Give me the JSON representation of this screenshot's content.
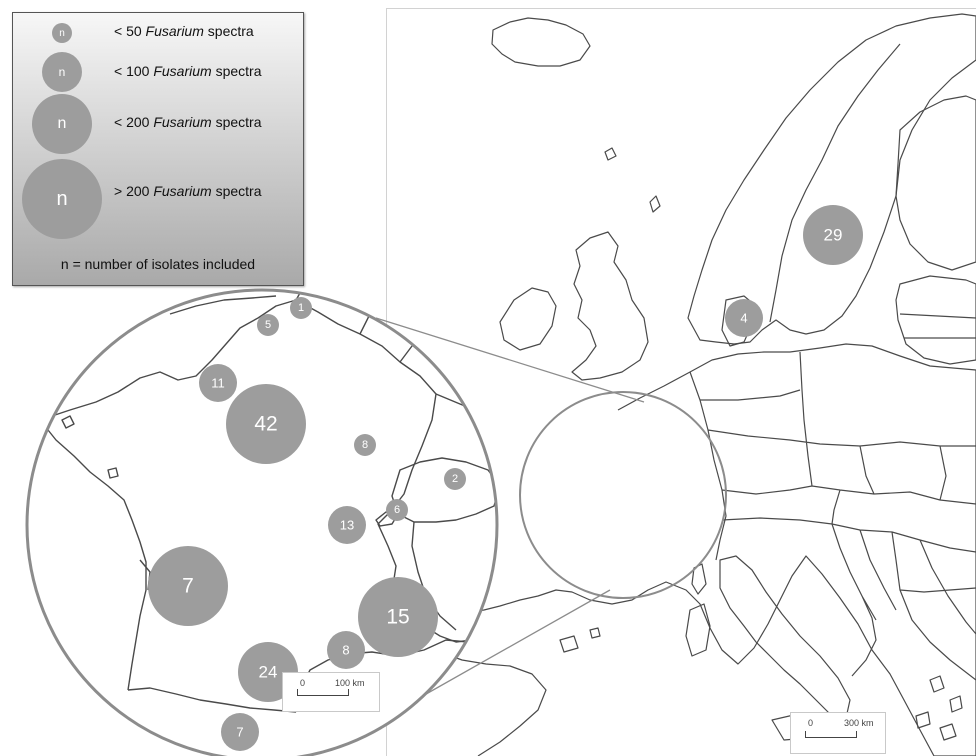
{
  "legend": {
    "items": [
      {
        "symbol": "n",
        "prefix": "< 50 ",
        "genus": "Fusarium",
        "suffix": " spectra"
      },
      {
        "symbol": "n",
        "prefix": "< 100 ",
        "genus": "Fusarium",
        "suffix": " spectra"
      },
      {
        "symbol": "n",
        "prefix": "< 200 ",
        "genus": "Fusarium",
        "suffix": " spectra"
      },
      {
        "symbol": "n",
        "prefix": "> 200 ",
        "genus": "Fusarium",
        "suffix": " spectra"
      }
    ],
    "note": "n = number of isolates included"
  },
  "europe_markers": [
    {
      "value": "29",
      "category": "< 200"
    },
    {
      "value": "4",
      "category": "< 100"
    }
  ],
  "france_markers": [
    {
      "value": "1",
      "category": "< 50"
    },
    {
      "value": "5",
      "category": "< 50"
    },
    {
      "value": "11",
      "category": "< 100"
    },
    {
      "value": "42",
      "category": "> 200"
    },
    {
      "value": "8",
      "category": "< 50"
    },
    {
      "value": "2",
      "category": "< 50"
    },
    {
      "value": "6",
      "category": "< 50"
    },
    {
      "value": "13",
      "category": "< 100"
    },
    {
      "value": "7",
      "category": "> 200"
    },
    {
      "value": "15",
      "category": "> 200"
    },
    {
      "value": "8",
      "category": "< 100"
    },
    {
      "value": "24",
      "category": "< 200"
    },
    {
      "value": "7",
      "category": "< 100"
    }
  ],
  "scalebars": {
    "inset": {
      "zero": "0",
      "end": "100 km"
    },
    "europe": {
      "zero": "0",
      "end": "300 km"
    }
  },
  "colors": {
    "marker_fill": "#9d9d9d",
    "marker_text": "#ffffff",
    "border_line": "#4a4a4a",
    "inset_outline": "#8c8c8c"
  }
}
